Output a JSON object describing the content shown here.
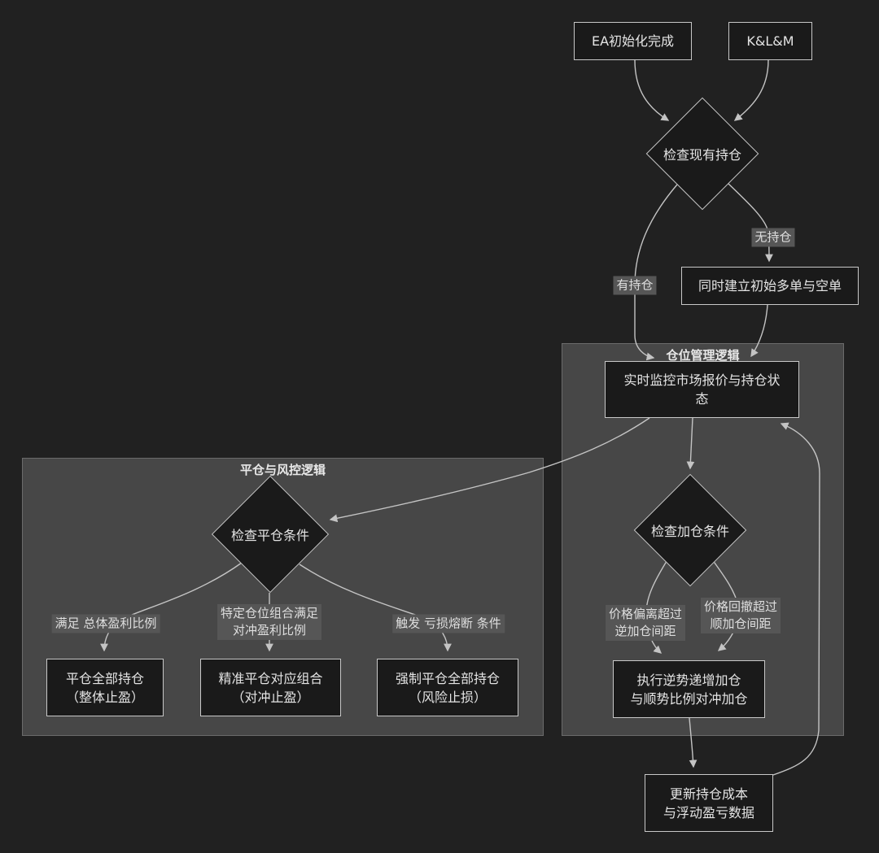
{
  "colors": {
    "background": "#212121",
    "subgraph_fill": "#474747",
    "subgraph_border": "#6b6b6b",
    "node_fill": "#1a1a1a",
    "node_border": "#c8c8c8",
    "edge_line": "#c4c4c4",
    "edge_label_bg": "#565656",
    "text": "#e0e0e0"
  },
  "subgraphs": {
    "position_mgmt": {
      "title": "仓位管理逻辑"
    },
    "close_risk": {
      "title": "平仓与风控逻辑"
    }
  },
  "nodes": {
    "ea_init": {
      "label": "EA初始化完成"
    },
    "klm": {
      "label": "K&L&M"
    },
    "check_positions": {
      "label": "检查现有持仓"
    },
    "open_initial": {
      "label": "同时建立初始多单与空单"
    },
    "monitor": {
      "lines": [
        "实时监控市场报价与持仓状",
        "态"
      ]
    },
    "check_add": {
      "label": "检查加仓条件"
    },
    "check_close": {
      "label": "检查平仓条件"
    },
    "execute_add": {
      "lines": [
        "执行逆势递增加仓",
        "与顺势比例对冲加仓"
      ]
    },
    "update_pnl": {
      "lines": [
        "更新持仓成本",
        "与浮动盈亏数据"
      ]
    },
    "close_all": {
      "lines": [
        "平仓全部持仓",
        "（整体止盈）"
      ]
    },
    "close_pair": {
      "lines": [
        "精准平仓对应组合",
        "（对冲止盈）"
      ]
    },
    "force_close": {
      "lines": [
        "强制平仓全部持仓",
        "（风险止损）"
      ]
    }
  },
  "edge_labels": {
    "no_position": "无持仓",
    "has_position": "有持仓",
    "overall_profit": "满足 总体盈利比例",
    "pair_profit": {
      "lines": [
        "特定仓位组合满足",
        "对冲盈利比例"
      ]
    },
    "loss_fuse": "触发 亏损熔断 条件",
    "price_deviation": {
      "lines": [
        "价格偏离超过",
        "逆加仓间距"
      ]
    },
    "price_retrace": {
      "lines": [
        "价格回撤超过",
        "顺加仓间距"
      ]
    }
  }
}
